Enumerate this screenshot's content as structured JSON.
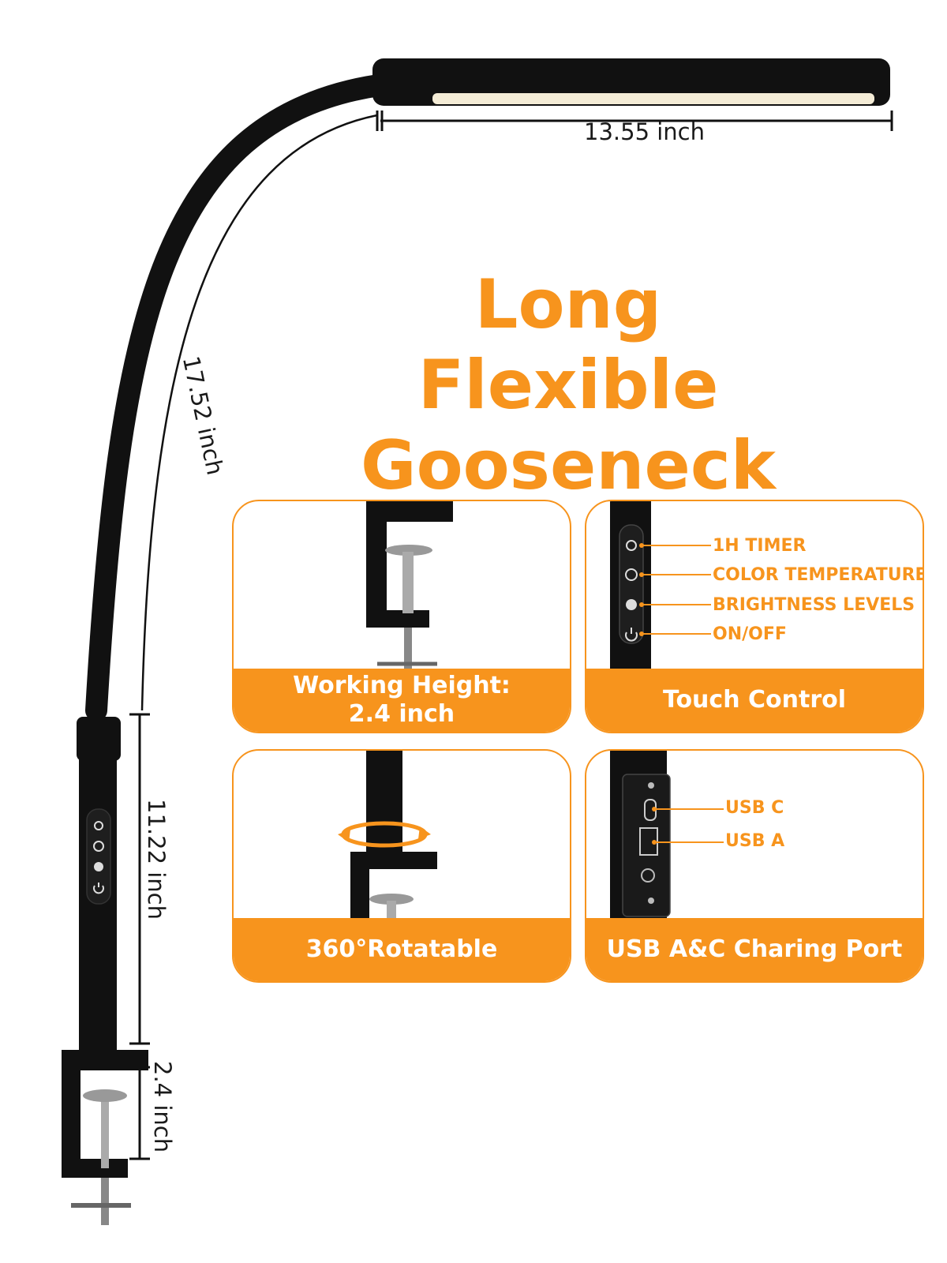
{
  "headline": {
    "line1": "Long Flexible",
    "line2": "Gooseneck"
  },
  "dimensions": {
    "head": "13.55 inch",
    "gooseneck": "17.52 inch",
    "pole": "11.22 inch",
    "clamp": "2.4 inch"
  },
  "features": [
    {
      "title_line1": "Working Height:",
      "title_line2": "2.4 inch"
    },
    {
      "title": "Touch Control",
      "callouts": [
        "1H TIMER",
        "COLOR TEMPERATURE",
        "BRIGHTNESS LEVELS",
        "ON/OFF"
      ]
    },
    {
      "title": "360°Rotatable"
    },
    {
      "title": "USB A&C Charing Port",
      "callouts": [
        "USB C",
        "USB A"
      ]
    }
  ],
  "colors": {
    "accent": "#f7941d",
    "lamp": "#111111",
    "text": "#1a1a1a"
  },
  "icons": [
    "timer-icon",
    "color-temperature-icon",
    "brightness-icon",
    "power-icon"
  ]
}
